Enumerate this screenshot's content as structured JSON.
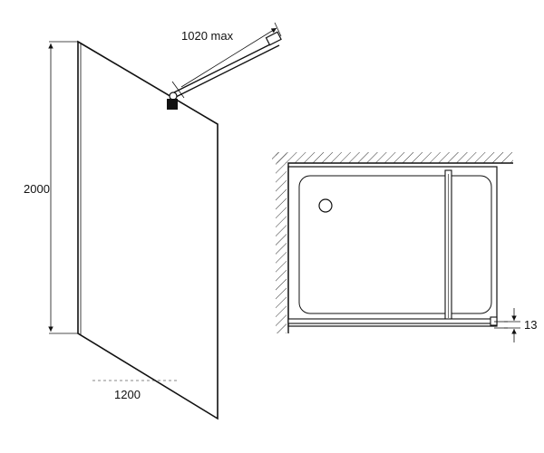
{
  "labels": {
    "height": "2000",
    "width": "1200",
    "arm_max": "1020 max",
    "profile": "13"
  },
  "colors": {
    "line": "#111111",
    "hatch": "#333333",
    "background": "#ffffff"
  }
}
